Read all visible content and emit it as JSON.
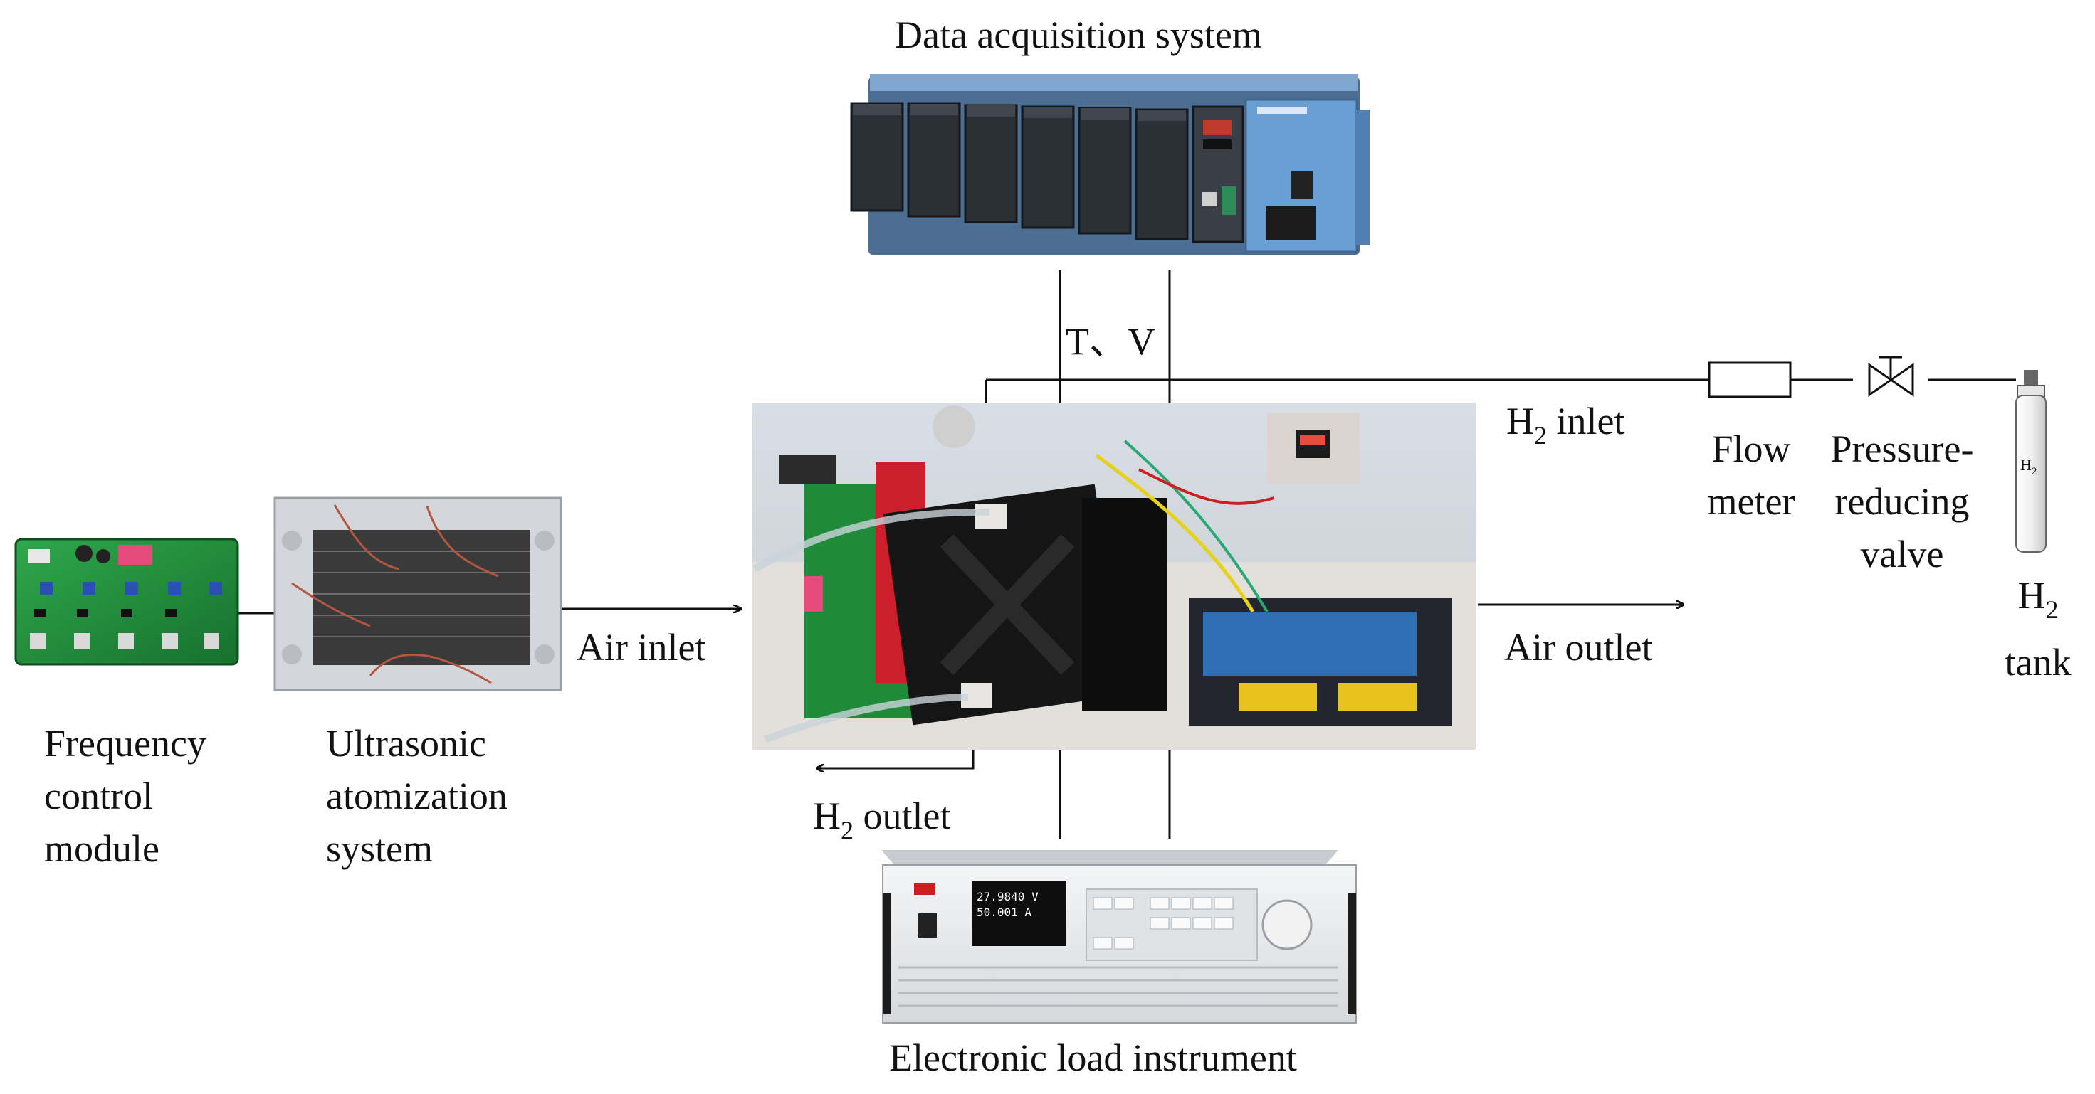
{
  "labels": {
    "daq": "Data acquisition system",
    "tv": "T、V",
    "h2_inlet_main": "H",
    "h2_inlet_sub": "2",
    "h2_inlet_rest": " inlet",
    "flow_meter_1": "Flow",
    "flow_meter_2": "meter",
    "prv_1": "Pressure-",
    "prv_2": "reducing",
    "prv_3": "valve",
    "tank_main": "H",
    "tank_sub": "2",
    "tank_rest": "tank",
    "tank_body_main": "H",
    "tank_body_sub": "2",
    "air_inlet": "Air inlet",
    "air_outlet": "Air outlet",
    "h2_outlet_main": "H",
    "h2_outlet_sub": "2",
    "h2_outlet_rest": " outlet",
    "freq_1": "Frequency",
    "freq_2": "control",
    "freq_3": "module",
    "ultra_1": "Ultrasonic",
    "ultra_2": "atomization",
    "ultra_3": "system",
    "load": "Electronic load instrument",
    "load_display_1": "27.9840 V",
    "load_display_2": "50.001 A"
  },
  "colors": {
    "line": "#111111",
    "pcb_green": "#1f8a3a",
    "daq_blue": "#6a9fd4",
    "daq_module": "#2b2f36",
    "load_body": "#e9ecef",
    "load_brand": "#c8211f"
  }
}
